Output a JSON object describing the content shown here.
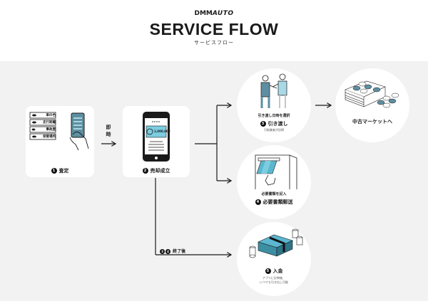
{
  "header": {
    "brand_dmm": "DMM",
    "brand_auto": "AUTO",
    "title": "SERVICE FLOW",
    "subtitle": "サービスフロー"
  },
  "colors": {
    "accent": "#7ccde0",
    "stage_bg": "#f2f2f2",
    "ink": "#1a1a1a"
  },
  "steps": [
    {
      "number": "1",
      "label": "査定",
      "icon": "smartphone-car-info-icon",
      "list_items": [
        "車の色",
        "走行距離",
        "事故歴",
        "保管場所"
      ]
    },
    {
      "number": "2",
      "label": "売却成立",
      "icon": "smartphone-price-icon",
      "price": "1,000,000"
    },
    {
      "number": "3",
      "label": "引き渡し",
      "icon": "handover-people-icon",
      "caption_top": "引き渡し日時を選択",
      "caption_bottom": "引取業者が訪問"
    },
    {
      "number": "4",
      "label": "必要書類郵送",
      "icon": "mailbox-documents-icon",
      "caption_top": "必要書類を記入"
    },
    {
      "number": "5",
      "label": "入金",
      "icon": "money-stacks-icon",
      "caption_lines": [
        "アプリに反映後、",
        "いつでも引き出し可能"
      ]
    },
    {
      "label": "中古マーケットへ",
      "icon": "car-stacks-icon"
    }
  ],
  "connectors": {
    "immediate": "即時",
    "after_label": "終了後",
    "after_numbers": [
      "3",
      "4"
    ]
  }
}
